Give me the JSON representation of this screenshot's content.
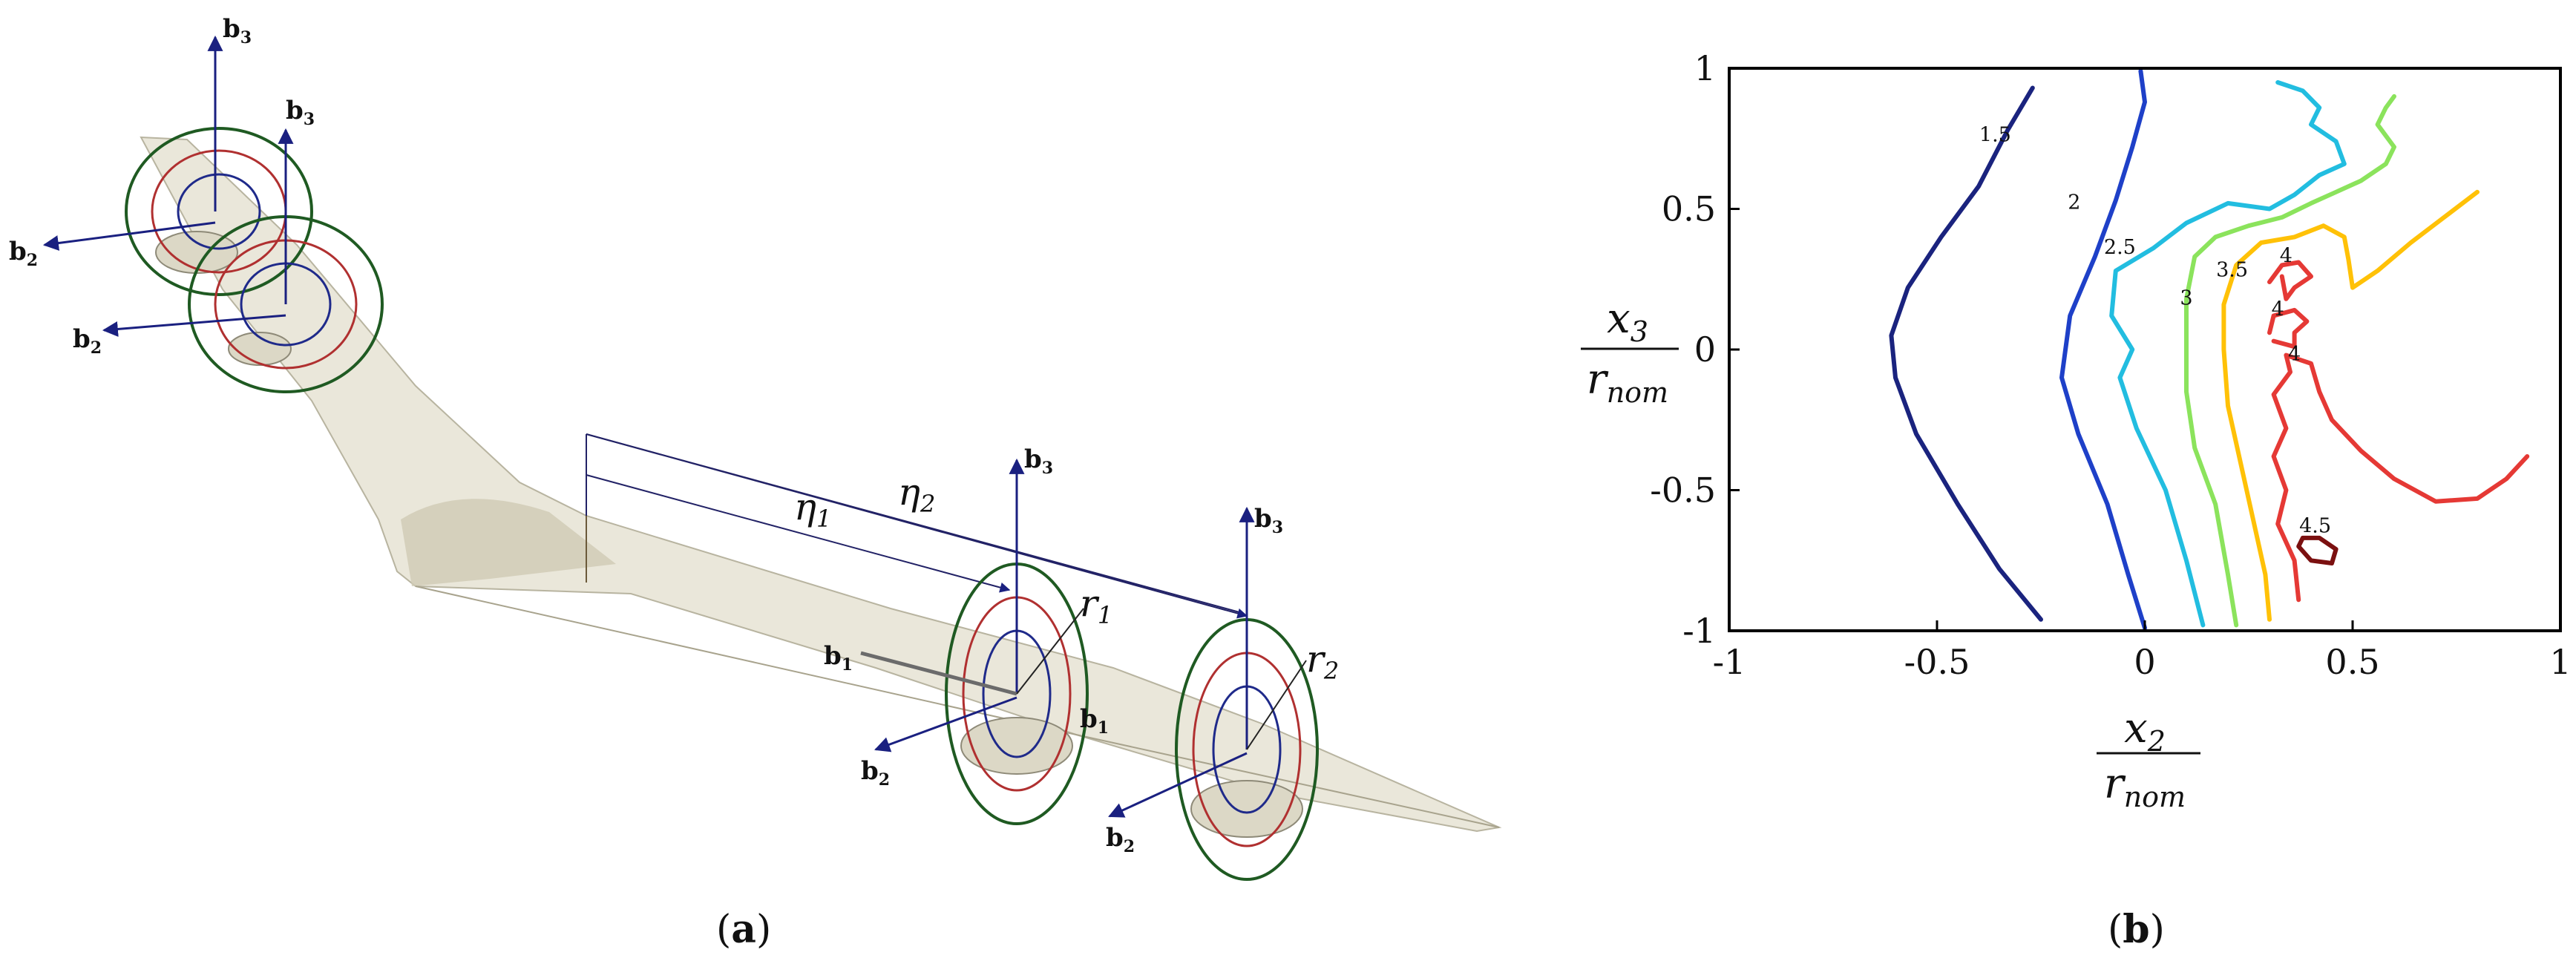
{
  "panel_a": {
    "label_open": "(",
    "label_letter": "a",
    "label_close": ")",
    "vector_b1": "b",
    "vector_b1_sub": "1",
    "vector_b2": "b",
    "vector_b2_sub": "2",
    "vector_b3": "b",
    "vector_b3_sub": "3",
    "eta1": "η",
    "eta1_sub": "1",
    "eta2": "η",
    "eta2_sub": "2",
    "r1": "r",
    "r1_sub": "1",
    "r2": "r",
    "r2_sub": "2",
    "colors": {
      "inner_ring": "#1f2a8a",
      "middle_ring": "#b03030",
      "outer_ring": "#1f5a22",
      "axis": "#1a2080",
      "wing": "#e6e3d4"
    }
  },
  "panel_b": {
    "label_open": "(",
    "label_letter": "b",
    "label_close": ")",
    "chart_data": {
      "type": "contour",
      "xlabel_top": "x",
      "xlabel_top_sub": "2",
      "xlabel_bottom": "r",
      "xlabel_bottom_sub": "nom",
      "ylabel_top": "x",
      "ylabel_top_sub": "3",
      "ylabel_bottom": "r",
      "ylabel_bottom_sub": "nom",
      "xlim": [
        -1,
        1
      ],
      "ylim": [
        -1,
        1
      ],
      "xticks": [
        -1,
        -0.5,
        0,
        0.5,
        1
      ],
      "xtick_labels": [
        "-1",
        "-0.5",
        "0",
        "0.5",
        "1"
      ],
      "yticks": [
        1,
        0.5,
        0,
        -0.5,
        -1
      ],
      "ytick_labels": [
        "1",
        "0.5",
        "0",
        "-0.5",
        "-1"
      ],
      "grid": false,
      "levels": [
        {
          "level": 1.5,
          "color": "#1a237e",
          "labels": [
            {
              "text": "1.5",
              "x": -0.36,
              "y": 0.74
            }
          ],
          "lines": [
            [
              [
                -0.25,
                -0.96
              ],
              [
                -0.35,
                -0.78
              ],
              [
                -0.45,
                -0.55
              ],
              [
                -0.55,
                -0.3
              ],
              [
                -0.6,
                -0.1
              ],
              [
                -0.61,
                0.05
              ],
              [
                -0.57,
                0.22
              ],
              [
                -0.49,
                0.4
              ],
              [
                -0.4,
                0.58
              ],
              [
                -0.33,
                0.78
              ],
              [
                -0.27,
                0.93
              ]
            ]
          ]
        },
        {
          "level": 2,
          "color": "#1e40c8",
          "labels": [
            {
              "text": "2",
              "x": -0.17,
              "y": 0.5
            }
          ],
          "lines": [
            [
              [
                0.0,
                -0.99
              ],
              [
                -0.04,
                -0.8
              ],
              [
                -0.09,
                -0.55
              ],
              [
                -0.16,
                -0.3
              ],
              [
                -0.2,
                -0.1
              ],
              [
                -0.18,
                0.12
              ],
              [
                -0.12,
                0.33
              ],
              [
                -0.07,
                0.53
              ],
              [
                -0.03,
                0.72
              ],
              [
                0.0,
                0.88
              ],
              [
                -0.01,
                0.99
              ]
            ]
          ]
        },
        {
          "level": 2.5,
          "color": "#22bde0",
          "labels": [
            {
              "text": "2.5",
              "x": -0.06,
              "y": 0.34
            }
          ],
          "lines": [
            [
              [
                0.14,
                -0.98
              ],
              [
                0.1,
                -0.75
              ],
              [
                0.05,
                -0.5
              ],
              [
                -0.02,
                -0.28
              ],
              [
                -0.06,
                -0.1
              ],
              [
                -0.03,
                0.0
              ],
              [
                -0.08,
                0.12
              ],
              [
                -0.07,
                0.28
              ],
              [
                0.02,
                0.36
              ],
              [
                0.1,
                0.45
              ],
              [
                0.2,
                0.52
              ],
              [
                0.3,
                0.5
              ],
              [
                0.36,
                0.55
              ],
              [
                0.42,
                0.62
              ],
              [
                0.48,
                0.66
              ],
              [
                0.46,
                0.74
              ],
              [
                0.4,
                0.8
              ],
              [
                0.42,
                0.86
              ],
              [
                0.38,
                0.92
              ],
              [
                0.32,
                0.95
              ]
            ]
          ]
        },
        {
          "level": 3,
          "color": "#8be35c",
          "labels": [
            {
              "text": "3",
              "x": 0.1,
              "y": 0.16
            }
          ],
          "lines": [
            [
              [
                0.22,
                -0.98
              ],
              [
                0.2,
                -0.8
              ],
              [
                0.17,
                -0.55
              ],
              [
                0.12,
                -0.35
              ],
              [
                0.1,
                -0.15
              ],
              [
                0.1,
                0.05
              ],
              [
                0.1,
                0.18
              ],
              [
                0.12,
                0.33
              ],
              [
                0.17,
                0.4
              ],
              [
                0.25,
                0.44
              ],
              [
                0.33,
                0.47
              ],
              [
                0.4,
                0.52
              ],
              [
                0.46,
                0.56
              ],
              [
                0.52,
                0.6
              ],
              [
                0.58,
                0.66
              ],
              [
                0.6,
                0.72
              ],
              [
                0.56,
                0.8
              ],
              [
                0.58,
                0.86
              ],
              [
                0.6,
                0.9
              ]
            ]
          ]
        },
        {
          "level": 3.5,
          "color": "#ffc107",
          "labels": [
            {
              "text": "3.5",
              "x": 0.21,
              "y": 0.26
            }
          ],
          "lines": [
            [
              [
                0.3,
                -0.96
              ],
              [
                0.29,
                -0.8
              ],
              [
                0.26,
                -0.6
              ],
              [
                0.23,
                -0.4
              ],
              [
                0.2,
                -0.2
              ],
              [
                0.19,
                0.0
              ],
              [
                0.19,
                0.16
              ],
              [
                0.22,
                0.3
              ],
              [
                0.28,
                0.38
              ],
              [
                0.36,
                0.4
              ],
              [
                0.43,
                0.44
              ],
              [
                0.48,
                0.4
              ],
              [
                0.49,
                0.32
              ],
              [
                0.5,
                0.22
              ],
              [
                0.56,
                0.28
              ],
              [
                0.64,
                0.38
              ],
              [
                0.72,
                0.47
              ],
              [
                0.8,
                0.56
              ]
            ]
          ]
        },
        {
          "level": 4,
          "color": "#e53935",
          "labels": [
            {
              "text": "4",
              "x": 0.34,
              "y": 0.31
            },
            {
              "text": "4",
              "x": 0.32,
              "y": 0.12
            },
            {
              "text": "4",
              "x": 0.36,
              "y": -0.04
            }
          ],
          "lines": [
            [
              [
                0.3,
                0.24
              ],
              [
                0.33,
                0.3
              ],
              [
                0.37,
                0.31
              ],
              [
                0.4,
                0.26
              ],
              [
                0.36,
                0.22
              ],
              [
                0.34,
                0.18
              ],
              [
                0.33,
                0.26
              ]
            ],
            [
              [
                0.3,
                0.06
              ],
              [
                0.31,
                0.12
              ],
              [
                0.36,
                0.14
              ],
              [
                0.39,
                0.1
              ],
              [
                0.36,
                0.06
              ],
              [
                0.36,
                0.01
              ],
              [
                0.31,
                0.03
              ]
            ],
            [
              [
                0.37,
                -0.89
              ],
              [
                0.36,
                -0.75
              ],
              [
                0.32,
                -0.62
              ],
              [
                0.34,
                -0.5
              ],
              [
                0.31,
                -0.38
              ],
              [
                0.34,
                -0.28
              ],
              [
                0.31,
                -0.16
              ],
              [
                0.35,
                -0.08
              ],
              [
                0.34,
                -0.02
              ],
              [
                0.4,
                -0.05
              ],
              [
                0.42,
                -0.15
              ],
              [
                0.45,
                -0.25
              ],
              [
                0.52,
                -0.36
              ],
              [
                0.6,
                -0.46
              ],
              [
                0.7,
                -0.54
              ],
              [
                0.8,
                -0.53
              ],
              [
                0.87,
                -0.46
              ],
              [
                0.92,
                -0.38
              ]
            ]
          ]
        },
        {
          "level": 4.5,
          "color": "#7b1010",
          "labels": [
            {
              "text": "4.5",
              "x": 0.41,
              "y": -0.65
            }
          ],
          "lines": [
            [
              [
                0.37,
                -0.7
              ],
              [
                0.4,
                -0.75
              ],
              [
                0.45,
                -0.76
              ],
              [
                0.46,
                -0.71
              ],
              [
                0.42,
                -0.67
              ],
              [
                0.38,
                -0.67
              ],
              [
                0.37,
                -0.7
              ]
            ]
          ]
        }
      ]
    }
  }
}
